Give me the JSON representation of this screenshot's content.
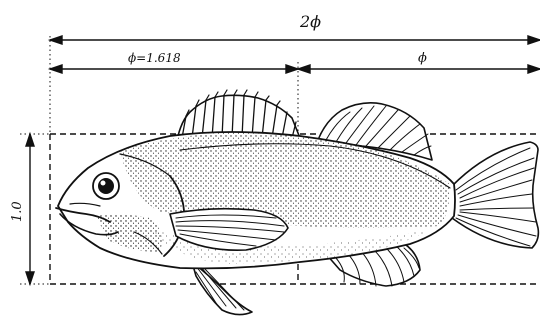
{
  "annotations": {
    "total_length": "2ϕ",
    "left_segment": "ϕ=1.618",
    "right_segment": "ϕ",
    "height": "1.0"
  },
  "colors": {
    "ink": "#111111",
    "paper": "#ffffff"
  }
}
